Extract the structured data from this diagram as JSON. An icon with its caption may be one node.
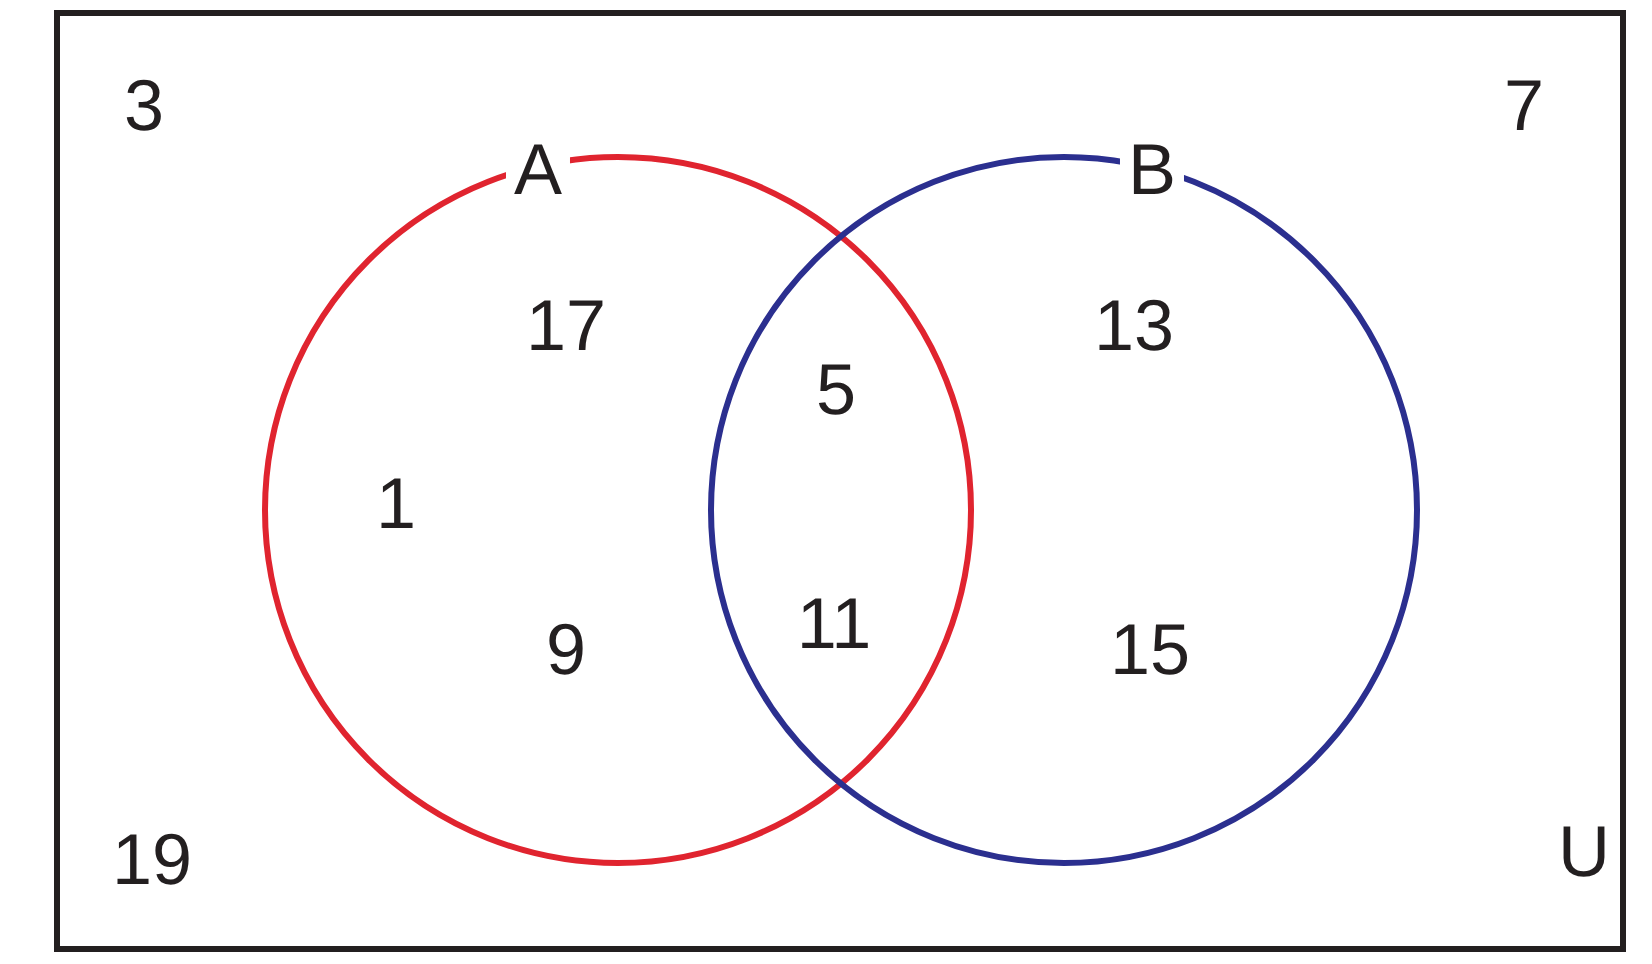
{
  "diagram": {
    "nodes": [
      {
        "text": [
          "U"
        ]
      },
      {
        "text": [
          "A"
        ],
        "in": 0
      },
      {
        "text": [
          "B"
        ],
        "in": 0
      }
    ],
    "labels": [
      "3",
      "7",
      "17",
      "13",
      "5",
      "1",
      "11",
      "9",
      "15",
      "19"
    ]
  }
}
